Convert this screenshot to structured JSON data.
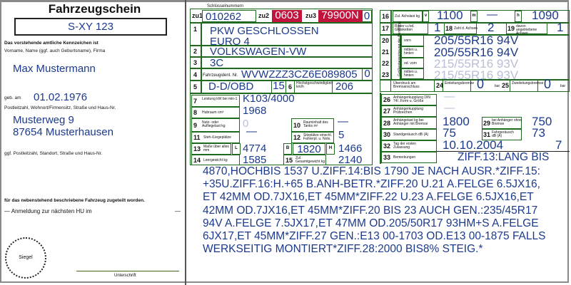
{
  "left": {
    "title": "Fahrzeugschein",
    "plate": "S-XY 123",
    "caption1": "Das vorstehende amtliche Kennzeichen ist",
    "caption2": "Vorname, Name (ggf. auch Geburtsname), Firma",
    "name": "Max Mustermann",
    "dob_label": "geb. am",
    "dob": "01.02.1976",
    "address_label": "Postleitzahl, Wohnort/Firmensitz, Straße und Haus-Nr.",
    "street": "Musterweg 9",
    "city": "87654 Musterhausen",
    "location_label": "ggf. Postleitzahl, Standort, Straße und Haus-Nr.",
    "assigned_text": "für das nebenstehend beschriebene Fahrzeug zugeteilt worden.",
    "hu_text": "— Anmeldung zur nächsten HU im",
    "hu_value": "—",
    "seal": "Siegel",
    "signature": "Unterschrift"
  },
  "mid": {
    "key_label": "Schlüsselnummern",
    "zu1_label": "zu1",
    "zu1": "010262",
    "zu2_label": "zu2",
    "zu2": "0603",
    "zu3_label": "zu3",
    "zu3": "79900N",
    "zu3_check": "0",
    "f1_line1": "PKW GESCHLOSSEN",
    "f1_line2": "EURO 4",
    "f2": "VOLKSWAGEN-VW",
    "f3": "3C",
    "f4_label": "Fahrzeugident. Nr.",
    "f4": "WVWZZZ3CZ6E089805",
    "f4_check": "0",
    "f5": "D-D/OBD",
    "f5_b": "15",
    "f6_label": "Höchstgeschwindigkeit km/h",
    "f6": "206",
    "f7_label": "Leistung kW bei min-1",
    "f7": "K103/4000",
    "f8_label": "Hubraum cm³",
    "f8": "1968",
    "f9_label": "Nutz- oder Aufliegelast kg",
    "f9": "0",
    "f10_label": "Rauminhalt des Tanks m³",
    "f10": "—",
    "f11_label": "Steh-/Liegeplätze",
    "f11": "—",
    "f12_label": "Sitzplätze einschl. Fahrerpl. u. Nots.",
    "f12": "5",
    "f13_label": "Maße über alles mm",
    "f13_l_label": "L",
    "f13_l": "4774",
    "f13_b_label": "B",
    "f13_b": "1820",
    "f13_h_label": "H",
    "f13_h": "1466",
    "f14_label": "Leergewicht kg",
    "f14": "1585",
    "f15_label": "Zul. Gesamtgewicht kg",
    "f15": "2140"
  },
  "right": {
    "f16_label": "Zul. Achslast kg",
    "f16_v_label": "v",
    "f16_v": "1100",
    "f16_m_label": "m",
    "f16_m": "—",
    "f16_h_label": "h",
    "f16_h": "1090",
    "f17_label": "Räder u./od. Gleisketten",
    "f17": "1",
    "f18_label": "Zahl d. Achsen",
    "f18": "2",
    "f19_label": "davon angetriebene Achsen",
    "f19": "1",
    "tire_group_label": "Größenbezeichnung der Bereifung",
    "f20_label": "vorn",
    "f20": "205/55R16 94V",
    "f21_label": "mitten u. hinten",
    "f21": "205/55R16 94V",
    "f22_label": "od. vorn",
    "f22": "215/55R16 93V",
    "f23_label": "mitten u. hinten",
    "f23": "215/55R16 93V",
    "brake_label": "Überdruck am Bremsanschluss",
    "f24_label": "Einleitungsbremse",
    "f24": "0",
    "unit_bar": "bar",
    "f25_label": "Zweileitungsbremse",
    "f25": "0",
    "f26_label": "Anhängerkupplung DIN 74/..Form u. Größe",
    "f26": "—",
    "f27_label": "Anhängerkupplung Prüfzeichen",
    "f27": "—",
    "f28_label": "Anhängelast kg bei Anhänger mit Bremse",
    "f28": "1800",
    "f29_label": "bei Anhänger ohne Bremse",
    "f29": "750",
    "f30_label": "Standgeräusch dB (A)",
    "f30": "75",
    "f31_label": "Fahrgeräusch dB (A)",
    "f31": "73",
    "f32_label": "Tag der ersten Zulassung",
    "f32": "10.10.2004",
    "f32_b": "7",
    "f33_label": "Bemerkungen",
    "remarks_first": "ZIFF.13:LANG BIS",
    "remarks": [
      "4870,HOCHBIS 1537 U.ZIFF.14:BIS 1790 JE NACH AUSR.*ZIFF.15:",
      "+35U.ZIFF.16:H.+65 B.ANH-BETR.*ZIFF.20 U.21 A.FELGE 6.5JX16,",
      "ET 42MM OD.7JX16,ET 45MM*ZIFF.22 U.23 A.FELGE 6.5JX16,ET",
      "42MM OD.7JX16,ET 45MM*ZIFF.20 BIS 23 AUCH GEN.:235/45R17",
      "94V A.FELGE 7.5JX17,ET 47MM OD.205/50R17 93HM+S A.FELGE",
      "6JX17,ET 45MM*ZIFF.27 GEN.:E13 00-1703 OD.E13 00-1875 FALLS",
      "WERKSEITIG MONTIERT*ZIFF.28:2000 BIS8% STEIG.*"
    ]
  },
  "colors": {
    "ink": "#1c3a8c",
    "grid": "#1e6a1e",
    "red": "#c0143c"
  }
}
